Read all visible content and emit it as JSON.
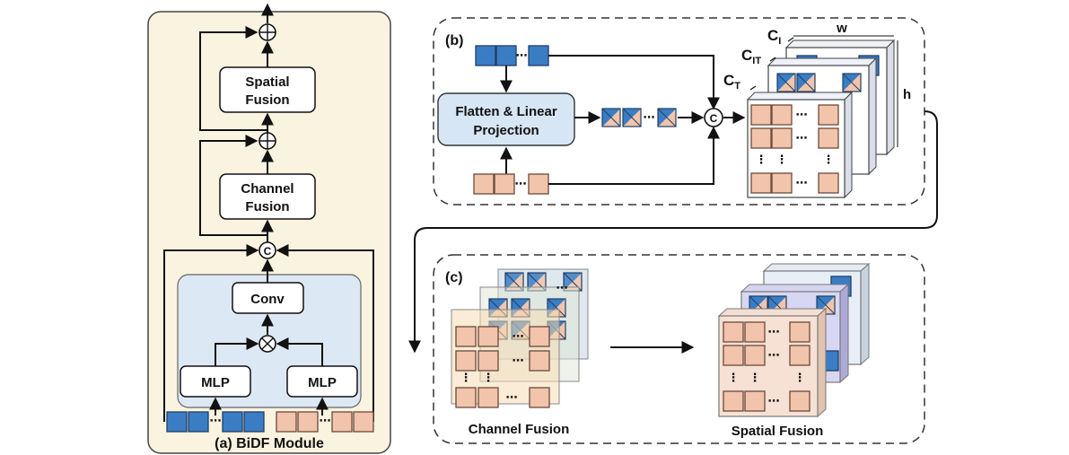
{
  "panel_a": {
    "title": "(a) BiDF Module",
    "spatial_fusion_l1": "Spatial",
    "spatial_fusion_l2": "Fusion",
    "channel_fusion_l1": "Channel",
    "channel_fusion_l2": "Fusion",
    "conv": "Conv",
    "mlp_left": "MLP",
    "mlp_right": "MLP",
    "concat_symbol": "C",
    "dots": "⋯"
  },
  "panel_b": {
    "tag": "(b)",
    "flatten_l1": "Flatten & Linear",
    "flatten_l2": "Projection",
    "concat_symbol": "C",
    "dims": {
      "ci_main": "C",
      "ci_sub": "I",
      "cit_main": "C",
      "cit_sub": "IT",
      "ct_main": "C",
      "ct_sub": "T",
      "w": "w",
      "h": "h"
    },
    "dots": "⋯",
    "vdots": "⋮"
  },
  "panel_c": {
    "tag": "(c)",
    "channel_fusion_label": "Channel Fusion",
    "spatial_fusion_label": "Spatial Fusion"
  },
  "colors": {
    "panel_a_bg": "#faf3e0",
    "inner_blue": "#dde8f5",
    "blue_token": "#3b7dc4",
    "salmon_token": "#f2c4ab",
    "flatten_box": "#d6e6f5",
    "line": "#111111"
  }
}
